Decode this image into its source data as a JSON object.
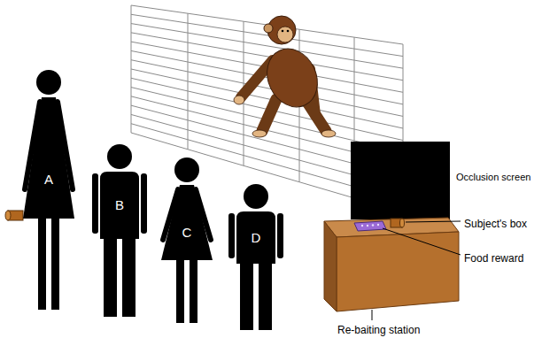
{
  "diagram": {
    "nodes": [
      {
        "text": [
          "A"
        ]
      },
      {
        "text": [
          "B"
        ]
      },
      {
        "text": [
          "C"
        ]
      },
      {
        "text": [
          "D"
        ]
      }
    ],
    "labels": [
      "Occlusion screen",
      "Subject's box",
      "Food reward",
      "Re-baiting station"
    ]
  }
}
